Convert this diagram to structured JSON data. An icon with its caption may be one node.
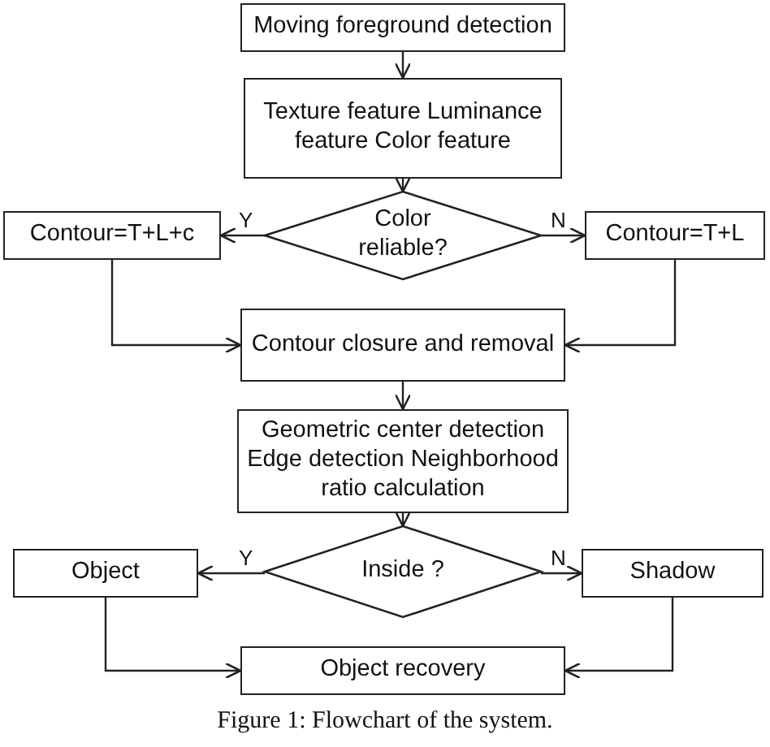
{
  "diagram": {
    "caption": "Figure 1: Flowchart of the system.",
    "nodes": [
      {
        "text": [
          "Moving foreground detection"
        ]
      },
      {
        "text": [
          "Texture feature Luminance feature Color feature"
        ]
      },
      {
        "text": [
          "Color reliable?"
        ]
      },
      {
        "text": [
          "Contour=T+L+c"
        ]
      },
      {
        "text": [
          "Contour=T+L"
        ]
      },
      {
        "text": [
          "Contour closure and removal"
        ]
      },
      {
        "text": [
          "Geometric center detection Edge detection Neighborhood ratio calculation"
        ]
      },
      {
        "text": [
          "Inside ?"
        ]
      },
      {
        "text": [
          "Object"
        ]
      },
      {
        "text": [
          "Shadow"
        ]
      },
      {
        "text": [
          "Object recovery"
        ]
      }
    ],
    "edges": [
      {
        "from": 0,
        "to": 1,
        "arrow": "to"
      },
      {
        "from": 1,
        "to": 2,
        "arrow": "to"
      },
      {
        "from": 2,
        "to": 3,
        "arrow": "to",
        "label": "Y"
      },
      {
        "from": 2,
        "to": 4,
        "arrow": "to",
        "label": "N"
      },
      {
        "from": 3,
        "to": 5,
        "arrow": "to"
      },
      {
        "from": 4,
        "to": 5,
        "arrow": "to"
      },
      {
        "from": 5,
        "to": 6,
        "arrow": "to"
      },
      {
        "from": 6,
        "to": 7,
        "arrow": "to"
      },
      {
        "from": 7,
        "to": 8,
        "arrow": "to",
        "label": "Y"
      },
      {
        "from": 7,
        "to": 9,
        "arrow": "to",
        "label": "N"
      },
      {
        "from": 8,
        "to": 10,
        "arrow": "to"
      },
      {
        "from": 9,
        "to": 10,
        "arrow": "to"
      }
    ]
  }
}
